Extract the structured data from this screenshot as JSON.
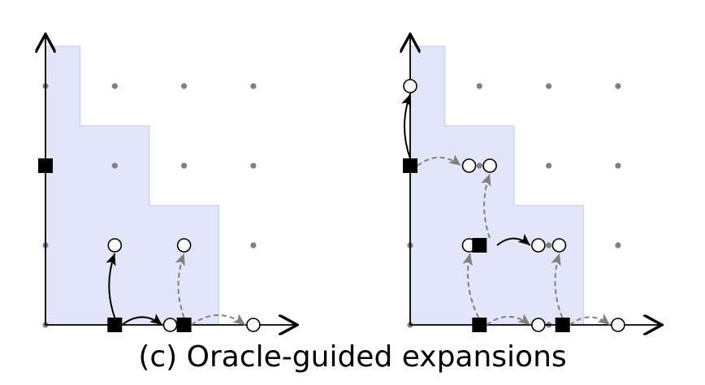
{
  "caption": "(c) Oracle-guided expansions",
  "colors": {
    "region_fill": "#e3e6f8",
    "region_stroke": "#d0d5f2",
    "grid_dot": "#808080",
    "axis": "#000000",
    "guided_arrow": "#000000",
    "dashed_arrow": "#808080"
  },
  "panels": [
    {
      "name": "left",
      "staircase_heights": [
        3,
        2,
        1
      ],
      "grid_columns": 4,
      "grid_rows": 4,
      "filled_squares": [
        [
          1,
          0
        ],
        [
          2,
          0
        ],
        [
          0,
          2
        ]
      ],
      "open_circles": [
        [
          1,
          1
        ],
        [
          2,
          1
        ],
        [
          1.8,
          0
        ],
        [
          3,
          0
        ]
      ],
      "solid_arrows": [
        {
          "from": [
            1,
            0
          ],
          "to": [
            1,
            1
          ]
        },
        {
          "from": [
            1,
            0
          ],
          "to": [
            1.8,
            0
          ]
        }
      ],
      "dashed_arrows": [
        {
          "from": [
            2,
            0
          ],
          "to": [
            2,
            1
          ]
        },
        {
          "from": [
            2,
            0
          ],
          "to": [
            3,
            0
          ]
        }
      ]
    },
    {
      "name": "right",
      "staircase_heights": [
        3,
        2,
        1
      ],
      "grid_columns": 4,
      "grid_rows": 4,
      "filled_squares": [
        [
          0,
          2
        ],
        [
          1,
          1
        ],
        [
          1,
          0
        ],
        [
          2.2,
          0
        ]
      ],
      "open_circles": [
        [
          0,
          3
        ],
        [
          0.85,
          2
        ],
        [
          1.15,
          2
        ],
        [
          0.85,
          1
        ],
        [
          1.85,
          1
        ],
        [
          2.15,
          1
        ],
        [
          1.85,
          0
        ],
        [
          3,
          0
        ]
      ],
      "solid_arrows": [
        {
          "from": [
            0,
            2
          ],
          "to": [
            0,
            3
          ]
        },
        {
          "from": [
            1.15,
            1
          ],
          "to": [
            1.85,
            1
          ]
        }
      ],
      "dashed_arrows": [
        {
          "from": [
            0,
            2
          ],
          "to": [
            0.85,
            2
          ]
        },
        {
          "from": [
            1,
            0
          ],
          "to": [
            0.85,
            1
          ]
        },
        {
          "from": [
            1.15,
            1
          ],
          "to": [
            1.15,
            2
          ]
        },
        {
          "from": [
            1,
            0
          ],
          "to": [
            1.85,
            0
          ]
        },
        {
          "from": [
            2.2,
            0
          ],
          "to": [
            2.15,
            1
          ]
        },
        {
          "from": [
            2.2,
            0
          ],
          "to": [
            3,
            0
          ]
        }
      ]
    }
  ]
}
